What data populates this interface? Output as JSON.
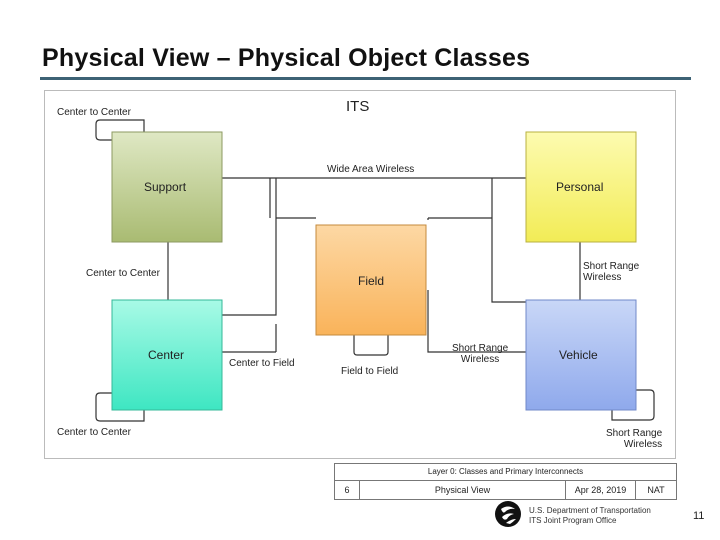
{
  "slide": {
    "title": "Physical View – Physical Object Classes",
    "page_number": "11"
  },
  "diagram": {
    "title": "ITS",
    "boxes": {
      "support": "Support",
      "personal": "Personal",
      "field": "Field",
      "center": "Center",
      "vehicle": "Vehicle"
    },
    "labels": {
      "center_to_center_top": "Center to Center",
      "center_to_center_mid": "Center to Center",
      "center_to_center_bottom": "Center to Center",
      "wide_area_wireless": "Wide Area Wireless",
      "center_to_field": "Center to Field",
      "field_to_field": "Field to Field",
      "short_range_wireless_mid": "Short Range\nWireless",
      "short_range_wireless_right": "Short Range\nWireless",
      "short_range_wireless_bottom": "Short Range\nWireless"
    },
    "colors": {
      "support": "#b9c98a",
      "personal": "#f8f47a",
      "field": "#fbbf72",
      "center": "#7ff0d8",
      "vehicle": "#a9bef2"
    }
  },
  "title_block": {
    "header": "Layer 0: Classes and Primary Interconnects",
    "number": "6",
    "view": "Physical View",
    "date": "Apr 28, 2019",
    "author": "NAT"
  },
  "footer": {
    "org_line1": "U.S. Department of Transportation",
    "org_line2": "ITS Joint Program Office"
  }
}
